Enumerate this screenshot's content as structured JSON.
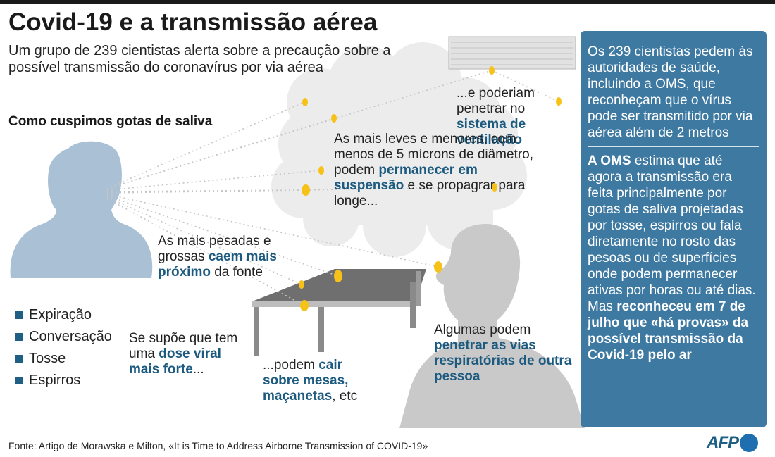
{
  "title": "Covid-19 e a transmissão aérea",
  "subtitle": "Um grupo de 239 cientistas alerta sobre a precaução sobre a possível transmissão do coronavírus por via aérea",
  "section_heading": "Como cuspimos gotas de saliva",
  "labels": {
    "ventilation_pre": "...e poderiam penetrar no",
    "ventilation_hl": "sistema de ventilação",
    "light_pre": "As mais leves e menores, com menos de 5 mícrons de diâmetro, podem",
    "light_hl": "permanecer em suspensão",
    "light_post": "e se propagrar para longe...",
    "heavy_pre": "As mais pesadas e grossas",
    "heavy_hl": "caem mais próximo",
    "heavy_post": "da fonte",
    "viral_pre": "Se supõe que tem uma",
    "viral_hl": "dose viral mais forte",
    "viral_post": "...",
    "tables_pre": "...podem",
    "tables_hl": "cair sobre mesas, maçanetas",
    "tables_post": ", etc",
    "resp_pre": "Algumas podem",
    "resp_hl": "penetrar as vias respiratórias de outra pessoa"
  },
  "legend": [
    "Expiração",
    "Conversação",
    "Tosse",
    "Espirros"
  ],
  "panel": {
    "para1": "Os 239 cientistas pedem às autoridades de saúde, incluindo a OMS, que reconheçam que o vírus pode ser transmitido por via aérea além de 2 metros",
    "para2_b1": "A OMS",
    "para2_t1": " estima que até agora a transmissão era feita principalmente por gotas de saliva projetadas por tosse, espirros ou fala diretamente no rosto das pesoas ou de superfícies onde podem permanecer ativas por horas ou até dias. Mas ",
    "para2_b2": "reconheceu em 7 de julho que «há provas» da possível transmissão da Covid-19 pelo ar"
  },
  "source": "Fonte: Artigo de Morawska e Milton, «It is Time to Address Airborne Transmission of COVID-19»",
  "logo": "AFP",
  "colors": {
    "accent": "#1c5a80",
    "panel": "#3e79a2",
    "silhouette_left": "#a9c0d5",
    "silhouette_right": "#c9c9c9",
    "droplet": "#f6c21a",
    "cloud": "#ececec"
  }
}
